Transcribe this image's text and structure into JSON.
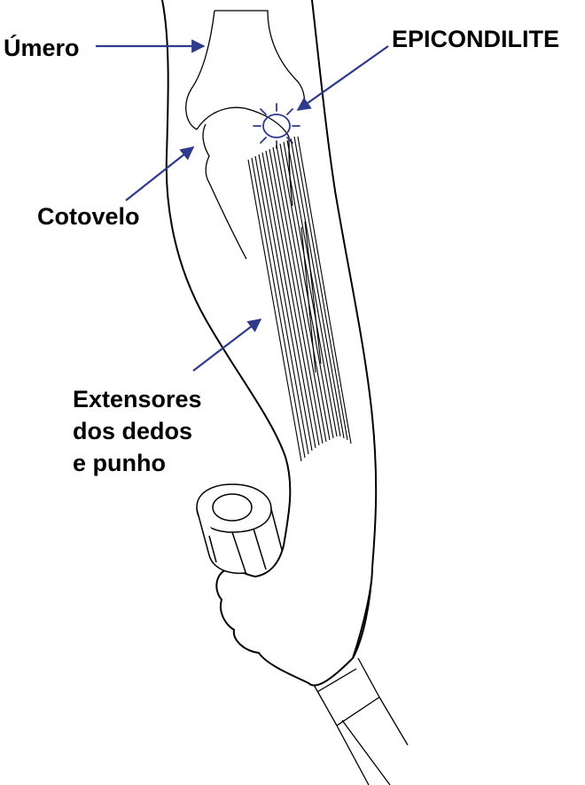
{
  "labels": {
    "umero": "Úmero",
    "epicondilite": "EPICONDILITE",
    "cotovelo": "Cotovelo",
    "extensores": [
      "Extensores",
      "dos dedos",
      "e punho"
    ]
  },
  "colors": {
    "arrow": "#2e3a8c",
    "outline": "#000000",
    "background": "#ffffff"
  }
}
